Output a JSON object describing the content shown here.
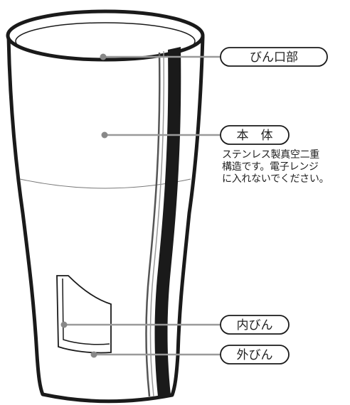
{
  "labels": {
    "rim": "びん口部",
    "body": "本　体",
    "inner_bottle": "内びん",
    "outer_bottle": "外びん"
  },
  "note": "ステンレス製真空二重\n構造です。電子レンジ\nに入れないでください。"
}
